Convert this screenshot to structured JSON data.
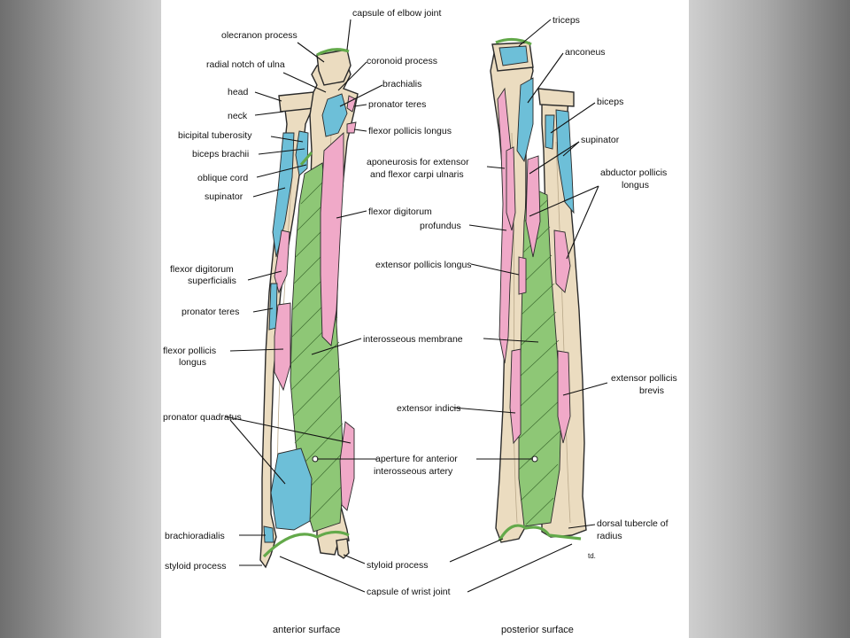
{
  "labels": {
    "capsule_of_elbow_joint": "capsule of elbow joint",
    "olecranon_process": "olecranon process",
    "coronoid_process": "coronoid process",
    "radial_notch_of_ulna": "radial notch of ulna",
    "brachialis": "brachialis",
    "head": "head",
    "pronator_teres_top": "pronator teres",
    "neck": "neck",
    "flexor_pollicis_longus_top": "flexor pollicis longus",
    "bicipital_tuberosity": "bicipital tuberosity",
    "biceps_brachii": "biceps brachii",
    "oblique_cord": "oblique cord",
    "supinator_left": "supinator",
    "aponeurosis_line1": "aponeurosis for extensor",
    "aponeurosis_line2": "and flexor carpi ulnaris",
    "flexor_digitorum": "flexor digitorum",
    "profundus": "profundus",
    "fds_line1": "flexor digitorum",
    "fds_line2": "superficialis",
    "extensor_pollicis_longus": "extensor pollicis longus",
    "pronator_teres_left": "pronator teres",
    "fpl_left_line1": "flexor pollicis",
    "fpl_left_line2": "longus",
    "interosseous_membrane": "interosseous membrane",
    "extensor_indicis": "extensor indicis",
    "pronator_quadratus": "pronator quadratus",
    "aperture_line1": "aperture for anterior",
    "aperture_line2": "interosseous artery",
    "brachioradialis": "brachioradialis",
    "styloid_process_left": "styloid process",
    "styloid_process_center": "styloid process",
    "capsule_of_wrist_joint": "capsule of wrist joint",
    "triceps": "triceps",
    "anconeus": "anconeus",
    "biceps": "biceps",
    "supinator_right": "supinator",
    "apl_line1": "abductor pollicis",
    "apl_line2": "longus",
    "epb_line1": "extensor pollicis",
    "epb_line2": "brevis",
    "dorsal_tubercle_line1": "dorsal tubercle of",
    "dorsal_tubercle_line2": "radius",
    "signature": "td."
  },
  "captions": {
    "anterior": "anterior surface",
    "posterior": "posterior surface"
  },
  "colors": {
    "bone": "#ebdcc0",
    "muscle_blue": "#6dbfd8",
    "muscle_pink": "#f0a9c8",
    "membrane_green": "#8ec776",
    "capsule_green": "#63a94a"
  }
}
